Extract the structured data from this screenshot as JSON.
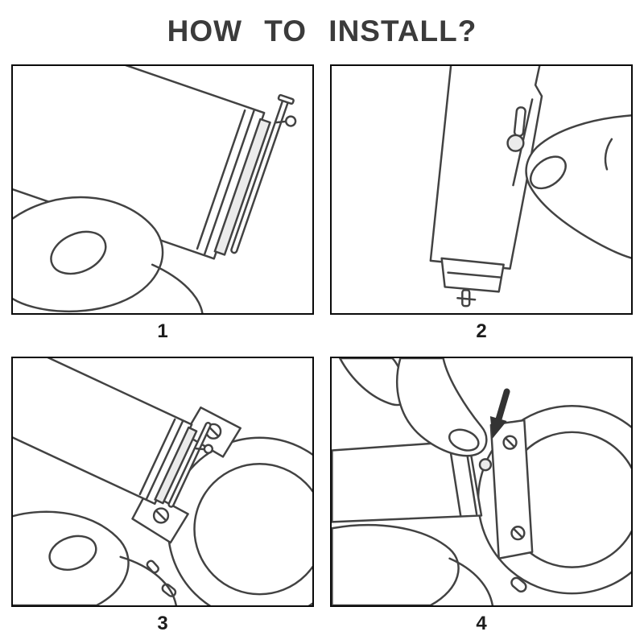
{
  "title": "HOW TO INSTALL?",
  "steps": [
    {
      "number": "1",
      "illustration": "hand-holding-strap-with-quick-release-spring-bar"
    },
    {
      "number": "2",
      "illustration": "finger-sliding-quick-release-knob-on-strap"
    },
    {
      "number": "3",
      "illustration": "aligning-strap-spring-bar-into-watch-lugs"
    },
    {
      "number": "4",
      "illustration": "pressing-knob-to-lock-strap-onto-watch-case"
    }
  ]
}
